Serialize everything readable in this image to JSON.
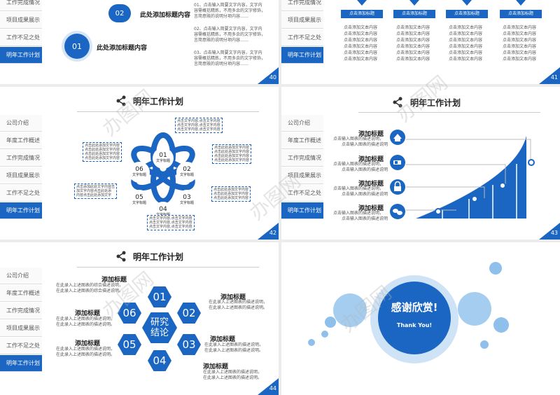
{
  "colors": {
    "accent": "#1a66c2",
    "light": "#8fc0ec"
  },
  "sidebar": [
    "公司介绍",
    "年度工作概述",
    "工作完成情况",
    "项目成果展示",
    "工作不足之处",
    "明年工作计划"
  ],
  "s40": {
    "side": [
      "工作完成情况",
      "项目成果展示",
      "工作不足之处",
      "明年工作计划"
    ],
    "items": [
      {
        "num": "02",
        "title": "此处添加标题内容"
      },
      {
        "num": "01",
        "title": "此处添加标题内容"
      }
    ],
    "paras": [
      [
        "01、点击输入简要文字内容，文字内",
        "容需概括精炼，不用多余的文字修饰，",
        "言简意赅的说明分项内容……"
      ],
      [
        "02、点击输入简要文字内容，文字内",
        "容需概括精炼，不用多余的文字修饰，",
        "言简意赅的说明分项内容……"
      ],
      [
        "03、点击输入简要文字内容，文字内",
        "容需概括精炼，不用多余的文字修饰，",
        "言简意赅的说明分项内容……"
      ]
    ],
    "page": "40"
  },
  "s41": {
    "side": [
      "工作完成情况",
      "项目成果展示",
      "工作不足之处",
      "明年工作计划"
    ],
    "buttons": [
      "点击添加标题",
      "点击添加标题",
      "点击添加标题",
      "点击添加标题"
    ],
    "rows": [
      "点击添加文本内容",
      "点击添加文本内容",
      "点击添加文本内容",
      "点击添加文本内容",
      "点击添加文本内容",
      "点击添加文本内容"
    ],
    "page": "41"
  },
  "s42": {
    "title": "明年工作计划",
    "petals": [
      {
        "n": "01",
        "t": "文字标题"
      },
      {
        "n": "02",
        "t": "文字标题"
      },
      {
        "n": "03",
        "t": "文字标题"
      },
      {
        "n": "04",
        "t": "文字标题"
      },
      {
        "n": "05",
        "t": "文字标题"
      },
      {
        "n": "06",
        "t": "文字标题"
      }
    ],
    "box_top": [
      "点击文字内容,点击文字内容",
      "点击文字内容,点击文字内容",
      "点击文字内容,点击文字内容"
    ],
    "box_left_top": [
      "点击此处添加文字内容",
      "点击此处添加文字内容",
      "点击此处添加文字内容",
      "点击此处添加文字内容"
    ],
    "box_right_top": [
      "点击此处添加文字内容",
      "点击此处添加文字内容",
      "点击此处添加文字内容",
      "点击此处添加文字内容"
    ],
    "box_left_bottom": [
      "点击添加此处文字内容击",
      "加文字内容点击此处添",
      "内容点击此处添加文字"
    ],
    "box_right_bottom": [
      "点击此处添加文字内容",
      "点击此处添加文字内容",
      "点击此处添加文字内容"
    ],
    "box_bottom": [
      "点击文字内容,点击文字内容",
      "点击文字内容,点击文字内容",
      "点击文字内容,点击文字内容"
    ],
    "page": "42"
  },
  "s43": {
    "title": "明年工作计划",
    "items": [
      {
        "title": "添加标题",
        "l1": "点击输入图表的描述说明，",
        "l2": "点击输入图表的描述说明"
      },
      {
        "title": "添加标题",
        "l1": "点击输入图表的描述说明，",
        "l2": "点击输入图表的描述说明"
      },
      {
        "title": "添加标题",
        "l1": "点击输入图表的描述说明，",
        "l2": "点击输入图表的描述说明"
      },
      {
        "title": "添加标题",
        "l1": "点击输入图表的描述说明，",
        "l2": "点击输入图表的描述说明"
      }
    ],
    "page": "43"
  },
  "s44": {
    "title": "明年工作计划",
    "center": [
      "研究",
      "结论"
    ],
    "hexes": [
      "01",
      "02",
      "03",
      "04",
      "05",
      "06"
    ],
    "left": [
      {
        "title": "添加标题",
        "l1": "在此录入上述图表的综合描述说明，",
        "l2": "在此录入上述图表的综合描述说明。"
      },
      {
        "title": "添加标题",
        "l1": "在此录入上述图表的描述说明，",
        "l2": "在此录入上述图表的描述说明。"
      },
      {
        "title": "添加标题",
        "l1": "在此录入上述图表的描述说明，",
        "l2": "在此录入上述图表的描述说明。"
      }
    ],
    "right": [
      {
        "title": "添加标题",
        "l1": "在此录入上述图表的描述说明，",
        "l2": "在此录入上述图表的描述说明。"
      },
      {
        "title": "添加标题",
        "l1": "在此录入上述图表的描述说明，",
        "l2": "在此录入上述图表的描述说明。"
      },
      {
        "title": "添加标题",
        "l1": "在此录入上述图表的描述说明，",
        "l2": "在此录入上述图表的描述说明。"
      }
    ],
    "page": "44"
  },
  "s45": {
    "thanks": "感谢欣赏!",
    "sub": "Thank You!"
  },
  "watermark": "办图网"
}
